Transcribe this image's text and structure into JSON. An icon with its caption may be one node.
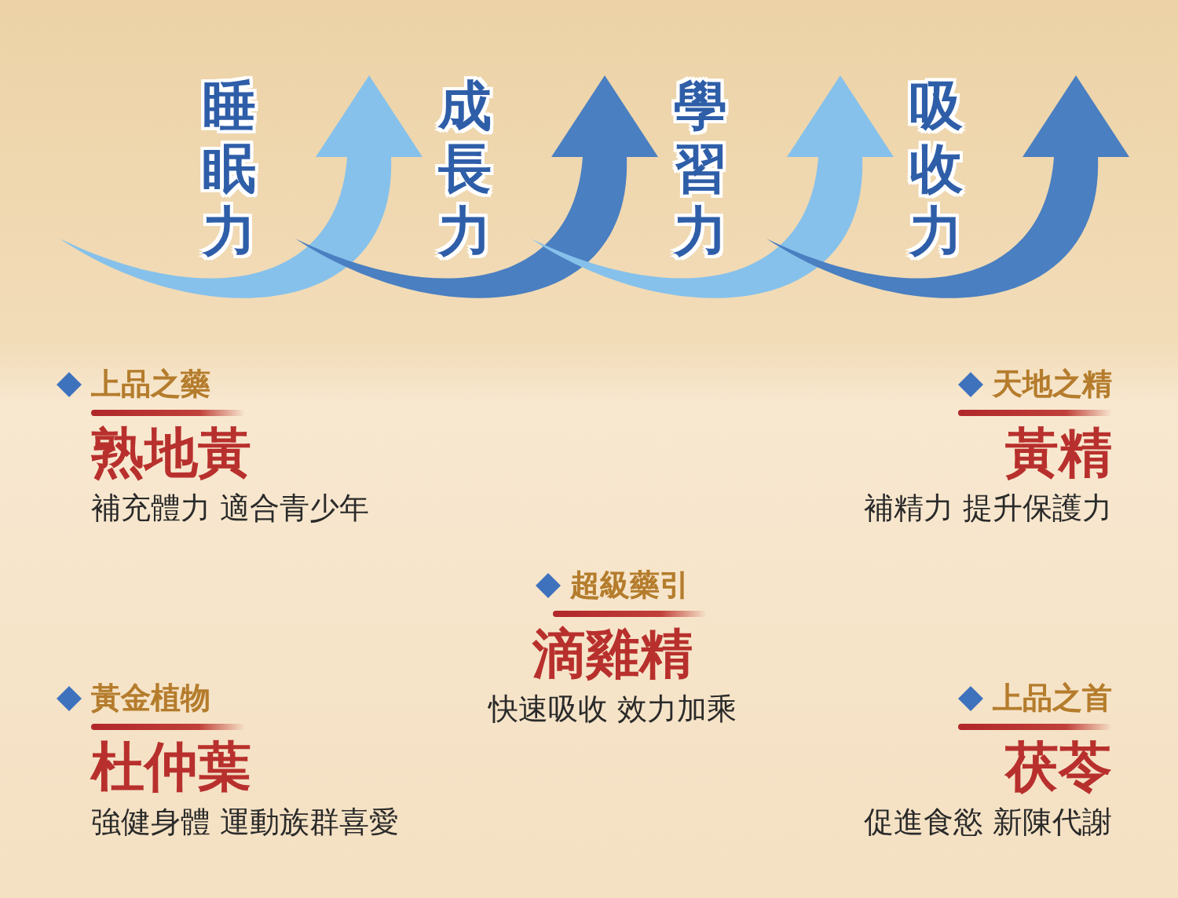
{
  "diagram": {
    "labels": [
      "睡眠力",
      "成長力",
      "學習力",
      "吸收力",
      "上品之藥",
      "天地之精",
      "熟地黃",
      "黃精",
      "補充體力 適合青少年",
      "補精力 提升保護力",
      "超級藥引",
      "滴雞精",
      "黃金植物",
      "快速吸收 效力加乘",
      "上品之首",
      "杜仲葉",
      "茯苓",
      "強健身體 運動族群喜愛",
      "促進食慾 新陳代謝"
    ]
  }
}
